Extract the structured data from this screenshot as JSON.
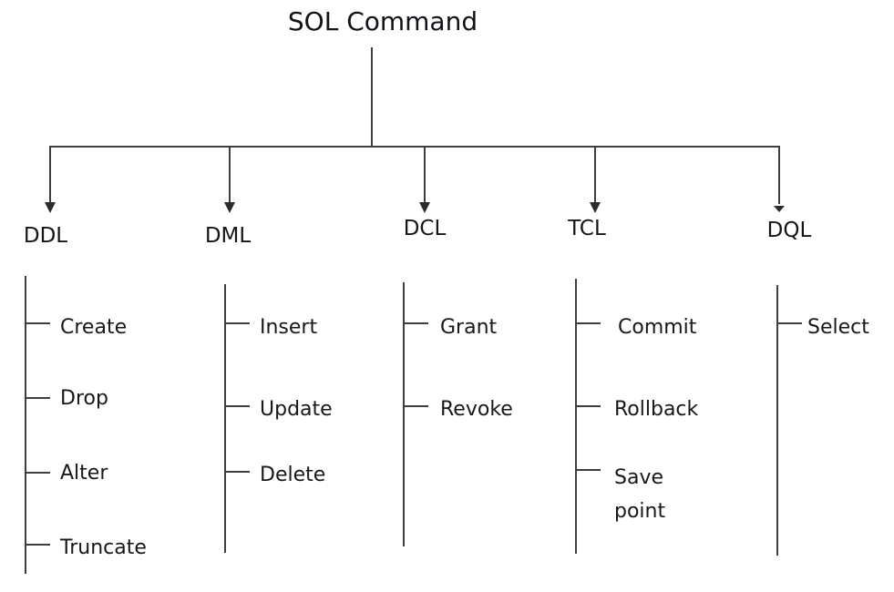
{
  "diagram": {
    "title": "SOL Command",
    "branches": [
      {
        "label": "DDL",
        "items": [
          "Create",
          "Drop",
          "Alter",
          "Truncate"
        ]
      },
      {
        "label": "DML",
        "items": [
          "Insert",
          "Update",
          "Delete"
        ]
      },
      {
        "label": "DCL",
        "items": [
          "Grant",
          "Revoke"
        ]
      },
      {
        "label": "TCL",
        "items": [
          "Commit",
          "Rollback",
          "Save point"
        ]
      },
      {
        "label": "DQL",
        "items": [
          "Select"
        ]
      }
    ],
    "colors": {
      "background": "#ffffff",
      "line": "#3e3e3e",
      "text": "#17171c"
    }
  }
}
